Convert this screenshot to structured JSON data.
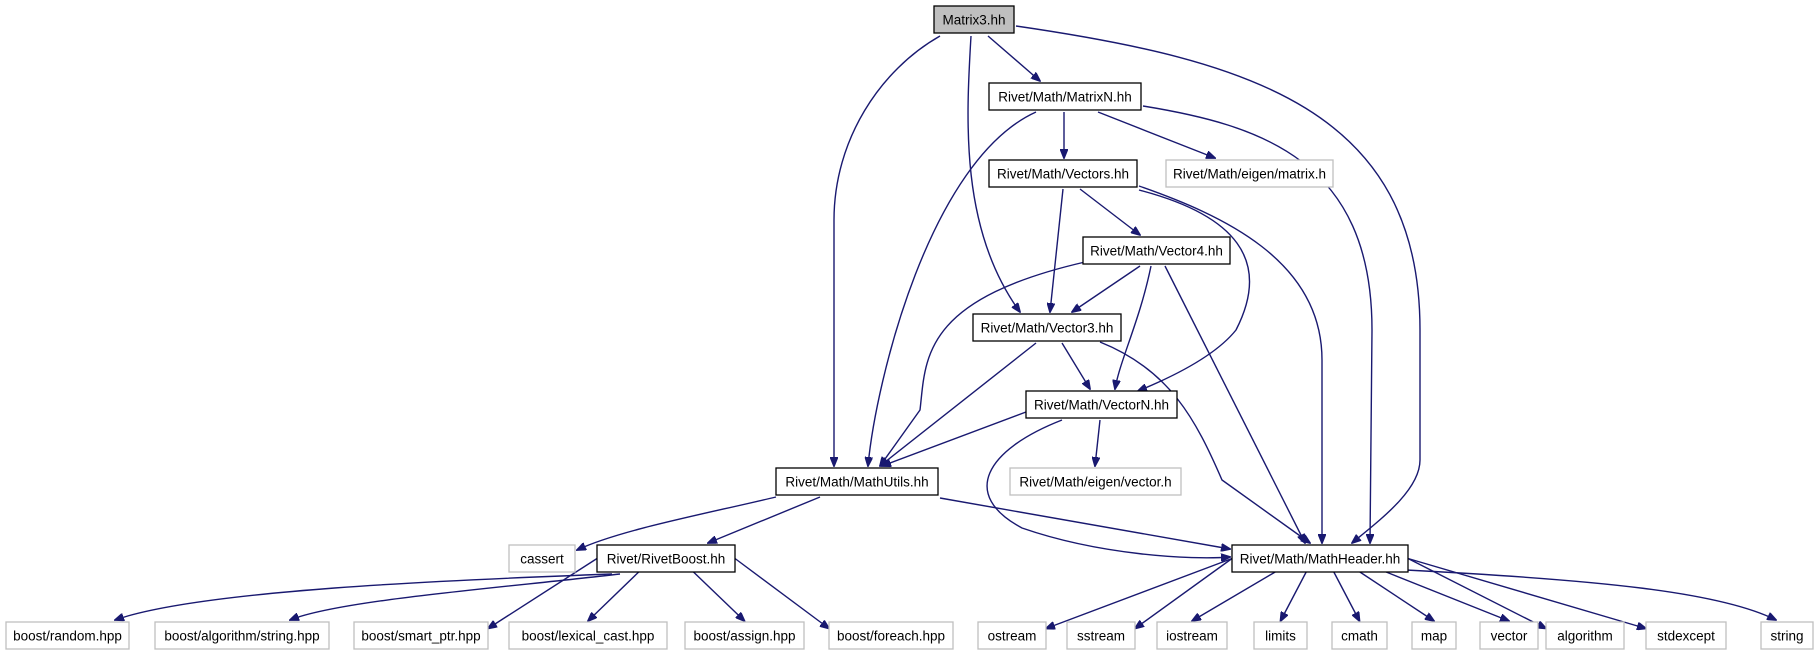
{
  "graph": {
    "edge_color": "#191970",
    "nodes": [
      {
        "id": "matrix3",
        "label": "Matrix3.hh",
        "kind": "root"
      },
      {
        "id": "matrixn",
        "label": "Rivet/Math/MatrixN.hh",
        "kind": "local"
      },
      {
        "id": "eigen_matrix",
        "label": "Rivet/Math/eigen/matrix.h",
        "kind": "external"
      },
      {
        "id": "vectors",
        "label": "Rivet/Math/Vectors.hh",
        "kind": "local"
      },
      {
        "id": "vector4",
        "label": "Rivet/Math/Vector4.hh",
        "kind": "local"
      },
      {
        "id": "vector3",
        "label": "Rivet/Math/Vector3.hh",
        "kind": "local"
      },
      {
        "id": "vectorn",
        "label": "Rivet/Math/VectorN.hh",
        "kind": "local"
      },
      {
        "id": "eigen_vector",
        "label": "Rivet/Math/eigen/vector.h",
        "kind": "external"
      },
      {
        "id": "mathutils",
        "label": "Rivet/Math/MathUtils.hh",
        "kind": "local"
      },
      {
        "id": "cassert",
        "label": "cassert",
        "kind": "external"
      },
      {
        "id": "rivetboost",
        "label": "Rivet/RivetBoost.hh",
        "kind": "local"
      },
      {
        "id": "mathheader",
        "label": "Rivet/Math/MathHeader.hh",
        "kind": "local"
      },
      {
        "id": "boost_random",
        "label": "boost/random.hpp",
        "kind": "external"
      },
      {
        "id": "boost_algo",
        "label": "boost/algorithm/string.hpp",
        "kind": "external"
      },
      {
        "id": "boost_smartptr",
        "label": "boost/smart_ptr.hpp",
        "kind": "external"
      },
      {
        "id": "boost_lexical",
        "label": "boost/lexical_cast.hpp",
        "kind": "external"
      },
      {
        "id": "boost_assign",
        "label": "boost/assign.hpp",
        "kind": "external"
      },
      {
        "id": "boost_foreach",
        "label": "boost/foreach.hpp",
        "kind": "external"
      },
      {
        "id": "ostream",
        "label": "ostream",
        "kind": "external"
      },
      {
        "id": "sstream",
        "label": "sstream",
        "kind": "external"
      },
      {
        "id": "iostream",
        "label": "iostream",
        "kind": "external"
      },
      {
        "id": "limits",
        "label": "limits",
        "kind": "external"
      },
      {
        "id": "cmath",
        "label": "cmath",
        "kind": "external"
      },
      {
        "id": "map",
        "label": "map",
        "kind": "external"
      },
      {
        "id": "vector",
        "label": "vector",
        "kind": "external"
      },
      {
        "id": "algorithm",
        "label": "algorithm",
        "kind": "external"
      },
      {
        "id": "stdexcept",
        "label": "stdexcept",
        "kind": "external"
      },
      {
        "id": "string",
        "label": "string",
        "kind": "external"
      }
    ],
    "edges": [
      [
        "matrix3",
        "matrixn"
      ],
      [
        "matrix3",
        "mathutils"
      ],
      [
        "matrix3",
        "vector3"
      ],
      [
        "matrix3",
        "mathheader"
      ],
      [
        "matrixn",
        "vectors"
      ],
      [
        "matrixn",
        "eigen_matrix"
      ],
      [
        "matrixn",
        "mathutils"
      ],
      [
        "matrixn",
        "mathheader"
      ],
      [
        "vectors",
        "vector4"
      ],
      [
        "vectors",
        "vector3"
      ],
      [
        "vectors",
        "vectorn"
      ],
      [
        "vectors",
        "mathheader"
      ],
      [
        "vector4",
        "vector3"
      ],
      [
        "vector4",
        "vectorn"
      ],
      [
        "vector4",
        "mathutils"
      ],
      [
        "vector4",
        "mathheader"
      ],
      [
        "vector3",
        "vectorn"
      ],
      [
        "vector3",
        "mathutils"
      ],
      [
        "vector3",
        "mathheader"
      ],
      [
        "vectorn",
        "eigen_vector"
      ],
      [
        "vectorn",
        "mathutils"
      ],
      [
        "vectorn",
        "mathheader"
      ],
      [
        "mathutils",
        "cassert"
      ],
      [
        "mathutils",
        "rivetboost"
      ],
      [
        "mathutils",
        "mathheader"
      ],
      [
        "rivetboost",
        "boost_random"
      ],
      [
        "rivetboost",
        "boost_algo"
      ],
      [
        "rivetboost",
        "boost_smartptr"
      ],
      [
        "rivetboost",
        "boost_lexical"
      ],
      [
        "rivetboost",
        "boost_assign"
      ],
      [
        "rivetboost",
        "boost_foreach"
      ],
      [
        "mathheader",
        "ostream"
      ],
      [
        "mathheader",
        "sstream"
      ],
      [
        "mathheader",
        "iostream"
      ],
      [
        "mathheader",
        "limits"
      ],
      [
        "mathheader",
        "cmath"
      ],
      [
        "mathheader",
        "map"
      ],
      [
        "mathheader",
        "vector"
      ],
      [
        "mathheader",
        "algorithm"
      ],
      [
        "mathheader",
        "stdexcept"
      ],
      [
        "mathheader",
        "string"
      ]
    ]
  }
}
